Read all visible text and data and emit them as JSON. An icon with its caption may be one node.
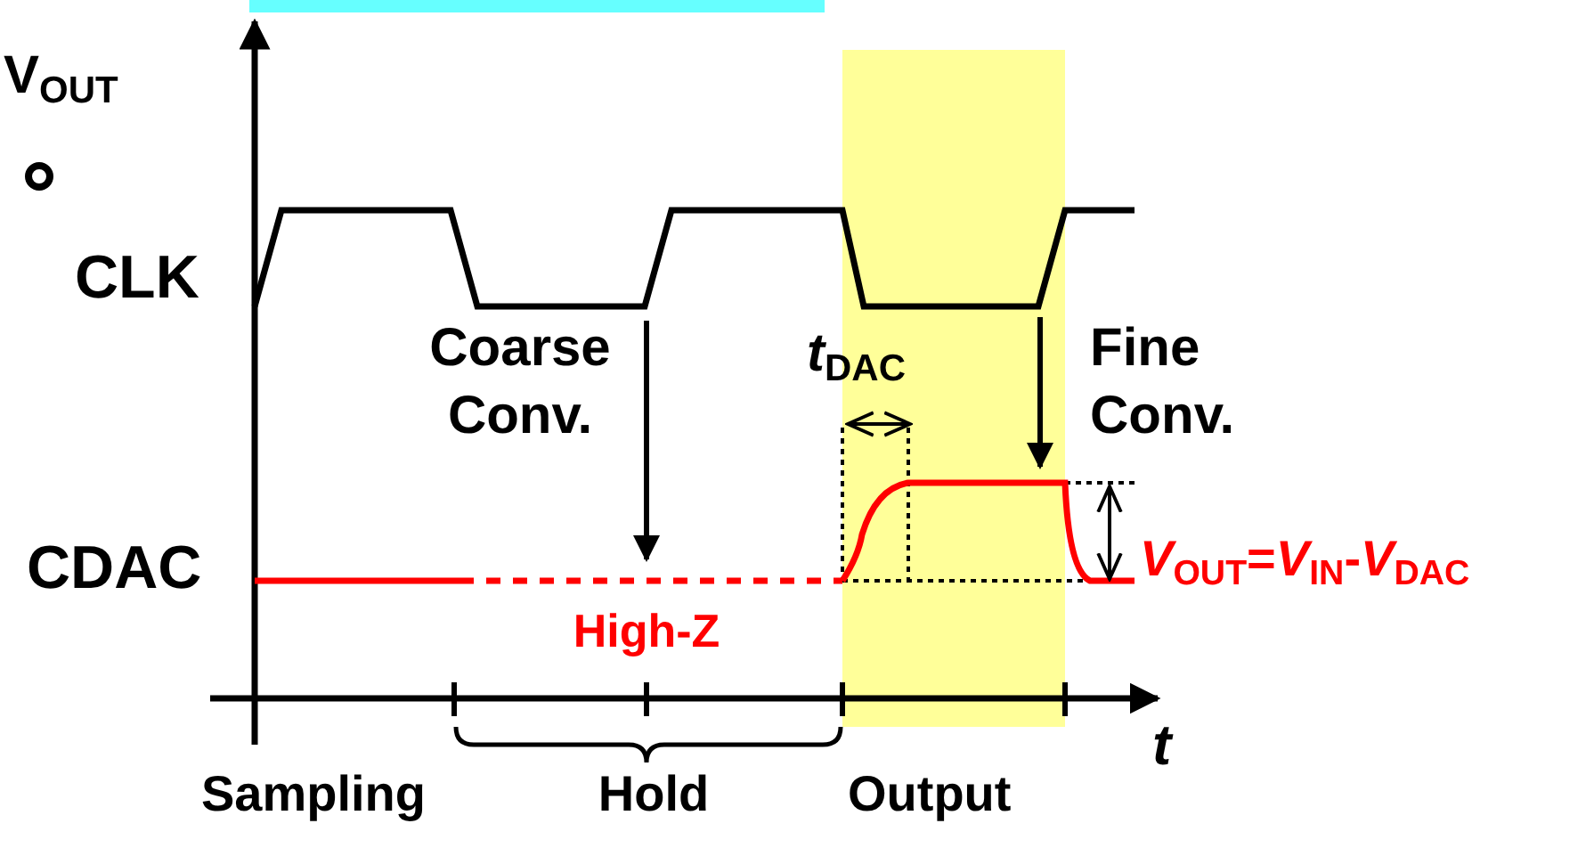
{
  "diagram": {
    "labels": [
      "V$_{OUT}$",
      "CLK",
      "Coarse Conv.",
      "*t*$_{DAC}$",
      "Fine Conv.",
      "CDAC",
      "*V*$_{OUT}$=*V*$_{IN}$-*V*$_{DAC}$",
      "High-Z",
      "t",
      "Sampling",
      "Hold",
      "Output"
    ]
  }
}
